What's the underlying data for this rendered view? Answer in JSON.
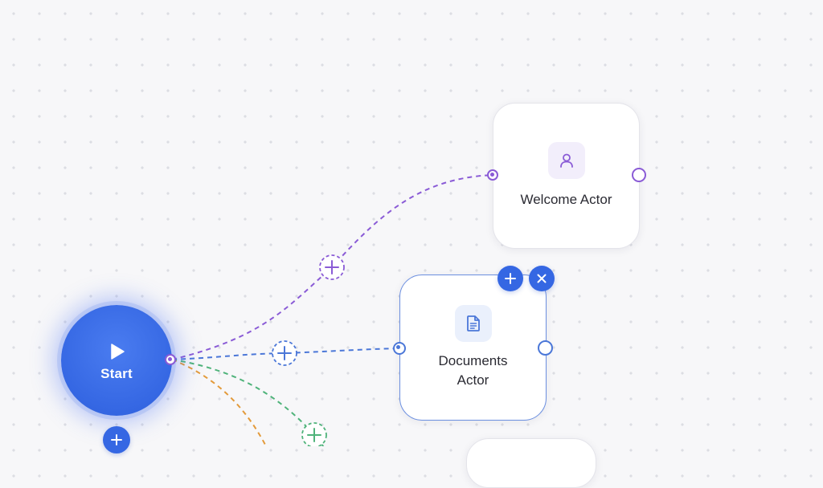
{
  "start_node": {
    "label": "Start",
    "icon": "play-icon",
    "color": "#3567e3"
  },
  "actors": [
    {
      "name": "Welcome Actor",
      "icon": "user-icon",
      "accent": "#8a5bd6",
      "selected": false
    },
    {
      "name": "Documents Actor",
      "icon": "document-icon",
      "accent": "#4b77d8",
      "selected": true
    }
  ],
  "selected_actions": {
    "add_icon": "plus-icon",
    "remove_icon": "close-icon"
  },
  "edges": [
    {
      "from": "Start",
      "to": "Welcome Actor",
      "color": "#8a5bd6",
      "style": "dashed"
    },
    {
      "from": "Start",
      "to": "Documents Actor",
      "color": "#4b77d8",
      "style": "dashed"
    },
    {
      "from": "Start",
      "to": "offscreen",
      "color": "#4fb37a",
      "style": "dashed"
    },
    {
      "from": "Start",
      "to": "offscreen",
      "color": "#e39a3a",
      "style": "dashed"
    }
  ],
  "colors": {
    "canvas_background": "#f7f7f9",
    "grid_dot": "#dcdde3",
    "primary": "#3567e3"
  }
}
